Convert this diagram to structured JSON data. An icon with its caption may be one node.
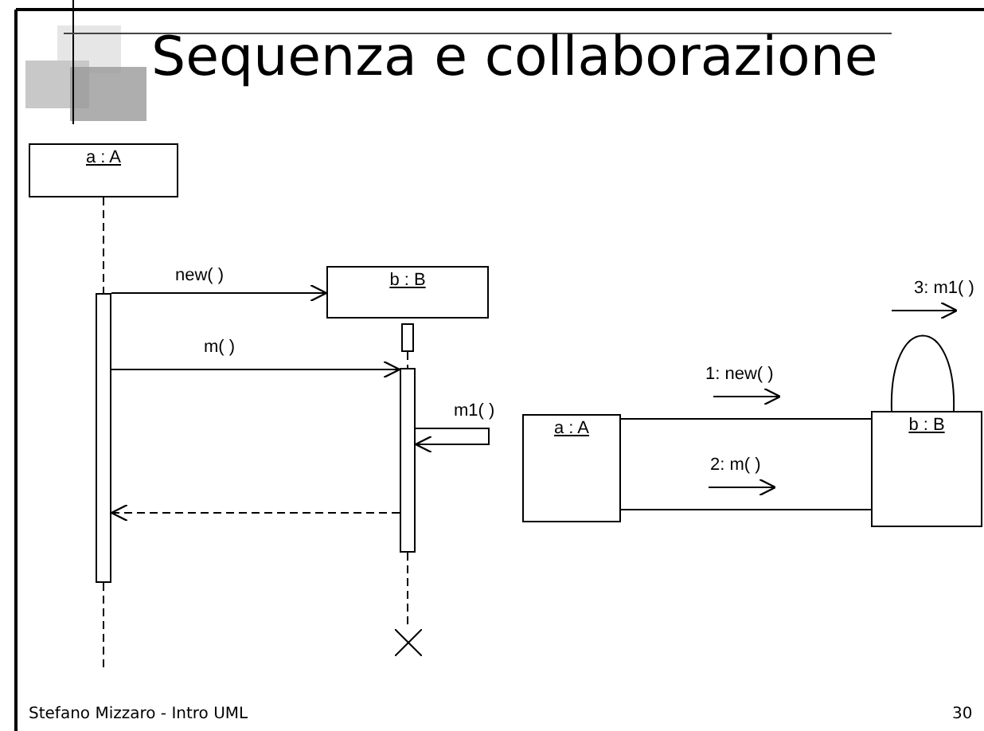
{
  "diagram": {
    "title": "Sequenza e collaborazione",
    "nodes": [
      {
        "text": [
          "a : A"
        ]
      },
      {
        "text": [],
        "shape": "bar"
      },
      {
        "text": [
          "b : B"
        ]
      },
      {
        "text": [],
        "shape": "bar"
      },
      {
        "text": [],
        "shape": "bar"
      },
      {
        "text": [
          "a : A"
        ]
      },
      {
        "text": [
          "b : B"
        ]
      },
      {
        "text": [],
        "shape": "cross"
      }
    ],
    "edges": [
      {
        "from": 0,
        "to": 1,
        "arrow": "none",
        "style": "dashed"
      },
      {
        "from": 1,
        "to": 2,
        "arrow": "to",
        "label": "new( )"
      },
      {
        "from": 3,
        "to": 4,
        "arrow": "none",
        "style": "dashed"
      },
      {
        "from": 1,
        "to": 4,
        "arrow": "to",
        "label": "m( )"
      },
      {
        "from": 4,
        "to": 4,
        "arrow": "to",
        "label": "m1( )"
      },
      {
        "from": 4,
        "to": 1,
        "arrow": "to",
        "style": "dashed"
      },
      {
        "from": 5,
        "to": 6,
        "arrow": "none"
      },
      {
        "from": 5,
        "to": 6,
        "arrow": "none"
      },
      {
        "from": 6,
        "to": 6,
        "arrow": "none"
      },
      {
        "from": 4,
        "to": 7,
        "arrow": "none",
        "style": "dashed"
      },
      {
        "from": 1,
        "to": null,
        "arrow": "none",
        "style": "dashed"
      }
    ],
    "labels": [
      "3: m1( )",
      "1: new( )",
      "2: m( )",
      "Stefano Mizzaro - Intro UML",
      "30"
    ]
  }
}
